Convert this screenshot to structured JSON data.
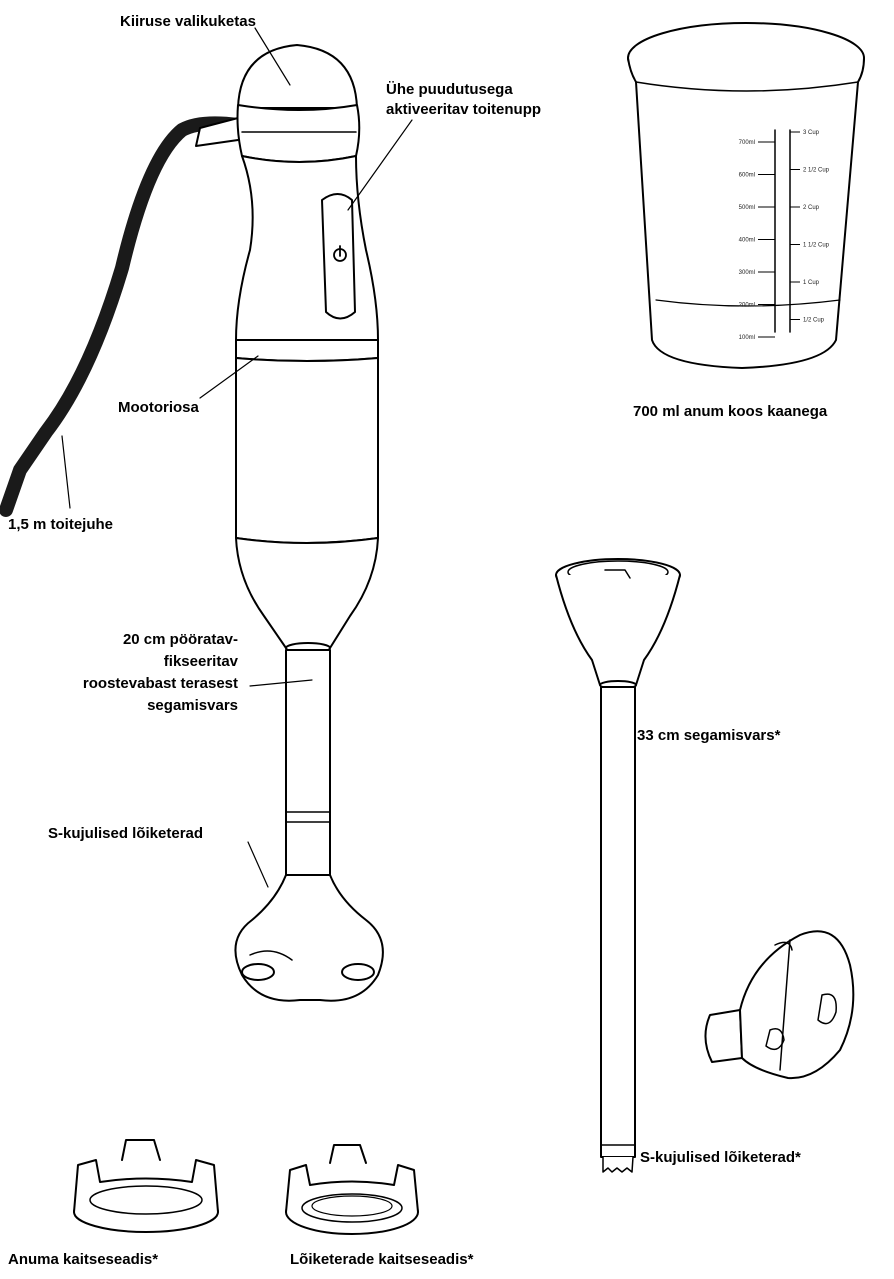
{
  "labels": {
    "speed_dial": "Kiiruse valikuketas",
    "power_button_line1": "Ühe puudutusega",
    "power_button_line2": "aktiveeritav toitenupp",
    "motor": "Mootoriosa",
    "cord": "1,5 m toitejuhe",
    "shaft20_line1": "20 cm pööratav-",
    "shaft20_line2": "fikseeritav",
    "shaft20_line3": "roostevabast terasest",
    "shaft20_line4": "segamisvars",
    "blades_main": "S-kujulised lõiketerad",
    "beaker": "700 ml anum koos kaanega",
    "shaft33": "33 cm segamisvars*",
    "blades_extra": "S-kujulised lõiketerad*",
    "beaker_guard": "Anuma kaitseseadis*",
    "blade_guard": "Lõiketerade kaitseseadis*"
  },
  "beaker_scale": {
    "ml": [
      "700ml",
      "600ml",
      "500ml",
      "400ml",
      "300ml",
      "200ml",
      "100ml"
    ],
    "cup": [
      "3 Cup",
      "2 1/2 Cup",
      "2 Cup",
      "1 1/2 Cup",
      "1 Cup",
      "1/2 Cup"
    ]
  },
  "colors": {
    "line": "#000000",
    "background": "#ffffff",
    "cord": "#1a1a1a"
  }
}
